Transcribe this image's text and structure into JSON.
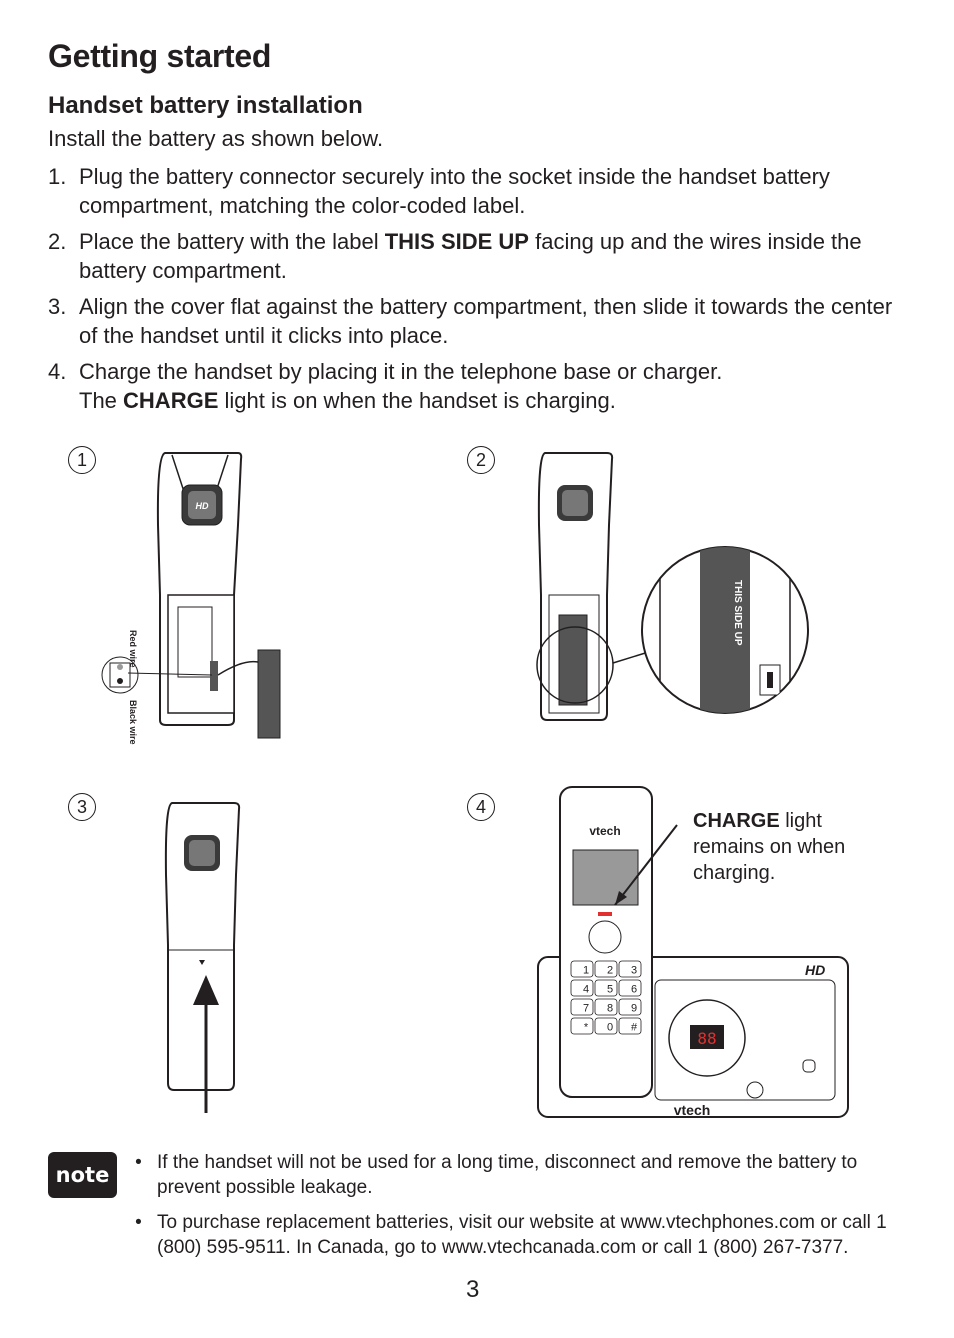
{
  "header": {
    "title": "Getting started"
  },
  "section": {
    "title": "Handset battery installation",
    "intro": "Install the battery as shown below."
  },
  "steps": [
    {
      "num": "1.",
      "text": "Plug the battery connector securely into the socket inside the handset battery compartment, matching the color-coded label."
    },
    {
      "num": "2.",
      "pre": "Place the battery with the label ",
      "bold": "THIS SIDE UP",
      "post": " facing up and the wires inside the battery compartment."
    },
    {
      "num": "3.",
      "text": "Align the cover flat against the battery compartment, then slide it towards the center of the handset until it clicks into place."
    },
    {
      "num": "4.",
      "line1": "Charge the handset by placing it in the telephone base or charger.",
      "pre": "The ",
      "bold": "CHARGE",
      "post": " light is on when the handset is charging."
    }
  ],
  "figures": {
    "labels": [
      "1",
      "2",
      "3",
      "4"
    ],
    "fig1": {
      "red_wire": "Red wire",
      "black_wire": "Black wire",
      "hd": "HD"
    },
    "fig2": {
      "label": "THIS SIDE UP"
    },
    "fig4": {
      "brand": "vtech",
      "display": "88",
      "callout_bold": "CHARGE",
      "callout_rest": " light remains on when charging.",
      "keys": [
        "1",
        "2",
        "3",
        "4",
        "5",
        "6",
        "7",
        "8",
        "9",
        "*",
        "0",
        "#"
      ],
      "hd": "HD"
    }
  },
  "notes": {
    "badge": "note",
    "items": [
      "If the handset will not be used for a long time, disconnect and remove the battery to prevent possible leakage.",
      "To purchase replacement batteries, visit our website at www.vtechphones.com or call 1 (800) 595-9511. In Canada, go to www.vtechcanada.com or call 1 (800) 267-7377."
    ]
  },
  "page_number": "3"
}
